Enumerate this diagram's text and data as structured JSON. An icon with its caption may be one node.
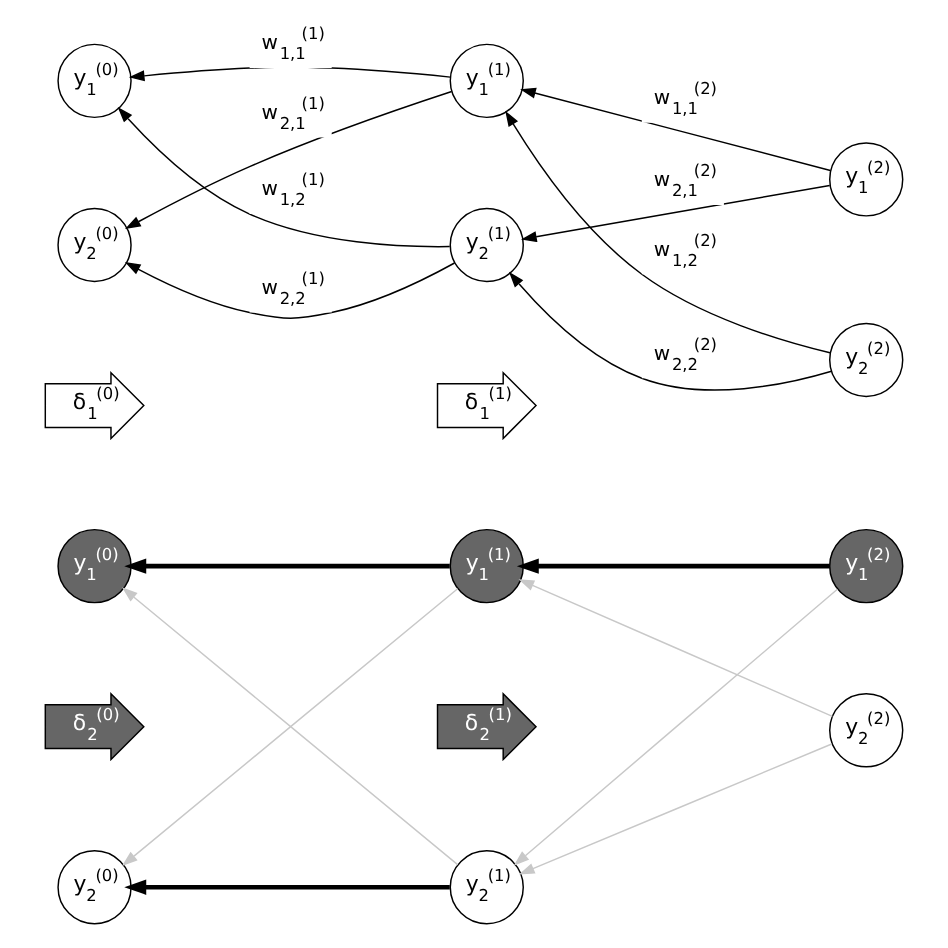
{
  "diagram": {
    "nodes": [
      {
        "text": [
          "y$_{1}$$^{(0)}$"
        ]
      },
      {
        "text": [
          "y$_{1}$$^{(1)}$"
        ]
      },
      {
        "text": [
          "y$_{1}$$^{(2)}$"
        ]
      },
      {
        "text": [
          "y$_{2}$$^{(0)}$"
        ]
      },
      {
        "text": [
          "y$_{2}$$^{(1)}$"
        ]
      },
      {
        "text": [
          "y$_{2}$$^{(2)}$"
        ]
      },
      {
        "text": [
          "δ$_{1}$$^{(0)}$"
        ]
      },
      {
        "text": [
          "δ$_{1}$$^{(1)}$"
        ]
      },
      {
        "text": [
          "y$_{1}$$^{(0)}$"
        ]
      },
      {
        "text": [
          "y$_{1}$$^{(1)}$"
        ]
      },
      {
        "text": [
          "y$_{1}$$^{(2)}$"
        ]
      },
      {
        "text": [
          "δ$_{2}$$^{(0)}$"
        ]
      },
      {
        "text": [
          "δ$_{2}$$^{(1)}$"
        ]
      },
      {
        "text": [
          "y$_{2}$$^{(0)}$"
        ]
      },
      {
        "text": [
          "y$_{2}$$^{(1)}$"
        ]
      },
      {
        "text": [
          "y$_{2}$$^{(2)}$"
        ]
      }
    ],
    "edges": [
      {
        "from": 1,
        "to": 0,
        "arrow": "to",
        "label": "w$_{1,1}$$^{(1)}$"
      },
      {
        "from": 4,
        "to": 0,
        "arrow": "to",
        "label": "w$_{1,2}$$^{(1)}$"
      },
      {
        "from": 1,
        "to": 3,
        "arrow": "to",
        "label": "w$_{2,1}$$^{(1)}$"
      },
      {
        "from": 4,
        "to": 3,
        "arrow": "to",
        "label": "w$_{2,2}$$^{(1)}$"
      },
      {
        "from": 2,
        "to": 1,
        "arrow": "to",
        "label": "w$_{1,1}$$^{(2)}$"
      },
      {
        "from": 5,
        "to": 1,
        "arrow": "to",
        "label": "w$_{1,2}$$^{(2)}$"
      },
      {
        "from": 2,
        "to": 4,
        "arrow": "to",
        "label": "w$_{2,1}$$^{(2)}$"
      },
      {
        "from": 5,
        "to": 4,
        "arrow": "to",
        "label": "w$_{2,2}$$^{(2)}$"
      },
      {
        "from": 9,
        "to": 8,
        "arrow": "to",
        "style": "thick"
      },
      {
        "from": 14,
        "to": 8,
        "arrow": "to",
        "color": "#c8c8c8"
      },
      {
        "from": 9,
        "to": 13,
        "arrow": "to",
        "color": "#c8c8c8"
      },
      {
        "from": 14,
        "to": 13,
        "arrow": "to",
        "style": "thick"
      },
      {
        "from": 10,
        "to": 9,
        "arrow": "to",
        "style": "thick"
      },
      {
        "from": 15,
        "to": 9,
        "arrow": "to",
        "color": "#c8c8c8"
      },
      {
        "from": 10,
        "to": 14,
        "arrow": "to",
        "color": "#c8c8c8"
      },
      {
        "from": 15,
        "to": 14,
        "arrow": "to",
        "color": "#c8c8c8"
      }
    ]
  }
}
